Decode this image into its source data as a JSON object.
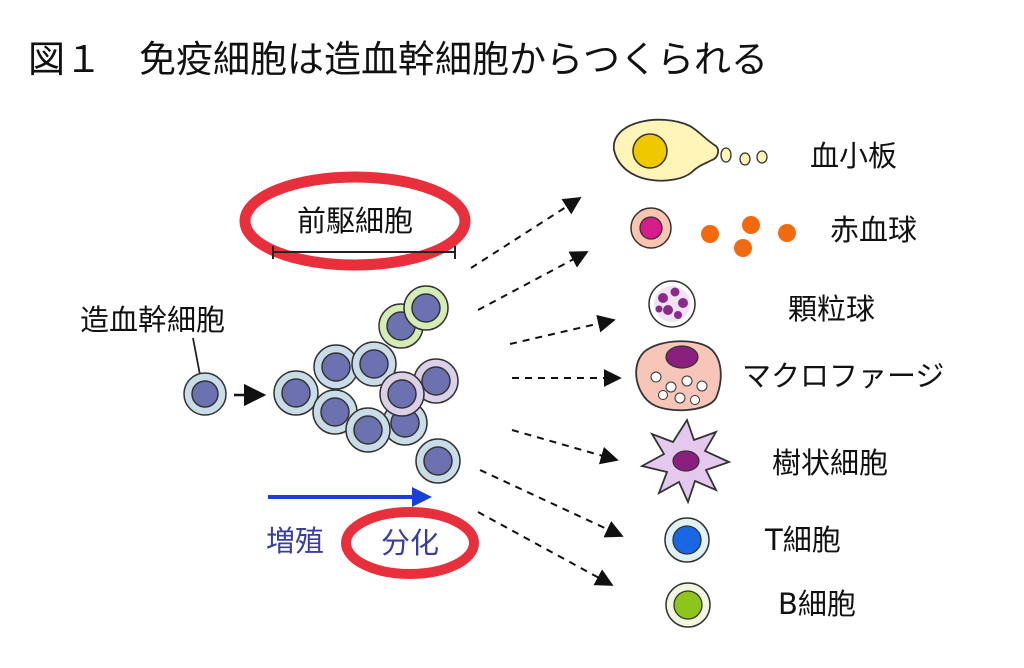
{
  "title": "図１　免疫細胞は造血幹細胞からつくられる",
  "precursor_label": "前駆細胞",
  "stem_cell_label": "造血幹細胞",
  "proliferation_label": "増殖",
  "differentiation_label": "分化",
  "cell_labels": {
    "platelet": "血小板",
    "rbc": "赤血球",
    "granulocyte": "顆粒球",
    "macrophage": "マクロファージ",
    "dendritic": "樹状細胞",
    "tcell": "T細胞",
    "bcell": "B細胞"
  },
  "colors": {
    "highlight_ring": "#e8303c",
    "arrow_blue": "#1a3fd6",
    "label_blue": "#3a3f9a"
  }
}
